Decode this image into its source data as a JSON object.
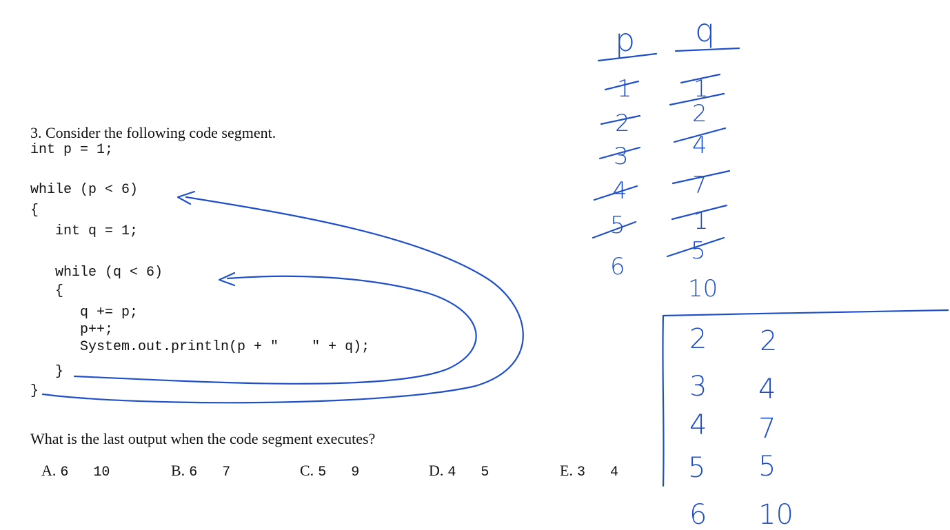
{
  "question": {
    "title": "3. Consider the following code segment.",
    "code_lines": [
      "int p = 1;",
      "",
      "while (p < 6)",
      "{",
      "   int q = 1;",
      "",
      "   while (q < 6)",
      "   {",
      "      q += p;",
      "      p++;",
      "      System.out.println(p + \"    \" + q);",
      "   }",
      "}"
    ],
    "prompt": "What is the last output when the code segment executes?",
    "choices": [
      {
        "letter": "A.",
        "value": "6   10"
      },
      {
        "letter": "B.",
        "value": "6   7"
      },
      {
        "letter": "C.",
        "value": "5   9"
      },
      {
        "letter": "D.",
        "value": "4   5"
      },
      {
        "letter": "E.",
        "value": "3   4"
      }
    ]
  },
  "handwriting": {
    "trace_headers": [
      "p",
      "q"
    ],
    "p_values": [
      "1",
      "2",
      "3",
      "4",
      "5",
      "6"
    ],
    "q_values": [
      "1",
      "2",
      "4",
      "7",
      "1",
      "5",
      "10"
    ],
    "output_rows": [
      [
        "2",
        "2"
      ],
      [
        "3",
        "4"
      ],
      [
        "4",
        "7"
      ],
      [
        "5",
        "5"
      ],
      [
        "6",
        "10"
      ]
    ],
    "ink_color": "#1f4fc8"
  }
}
